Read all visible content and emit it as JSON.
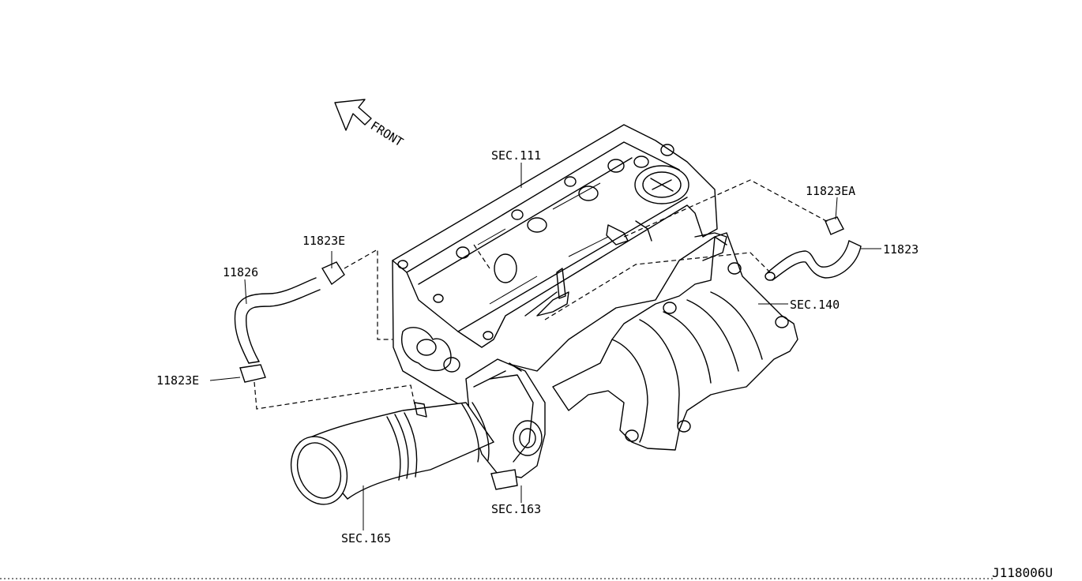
{
  "labels": {
    "front": "FRONT",
    "sec111": "SEC.111",
    "sec140": "SEC.140",
    "sec163": "SEC.163",
    "sec165": "SEC.165",
    "p11823": "11823",
    "p11823ea": "11823EA",
    "p11823e_top": "11823E",
    "p11823e_bottom": "11823E",
    "p11826": "11826"
  },
  "drawing_code": "J118006U",
  "colors": {
    "line": "#000000",
    "background": "#ffffff"
  }
}
